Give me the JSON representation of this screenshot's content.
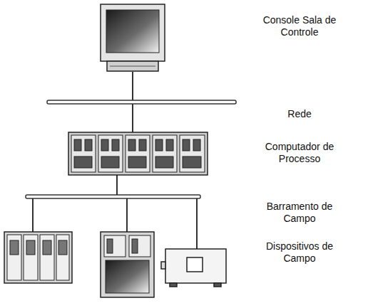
{
  "diagram": {
    "labels": [
      "Console Sala de Controle",
      "Rede",
      "Computador de Processo",
      "Barramento de Campo",
      "Dispositivos de Campo"
    ]
  }
}
